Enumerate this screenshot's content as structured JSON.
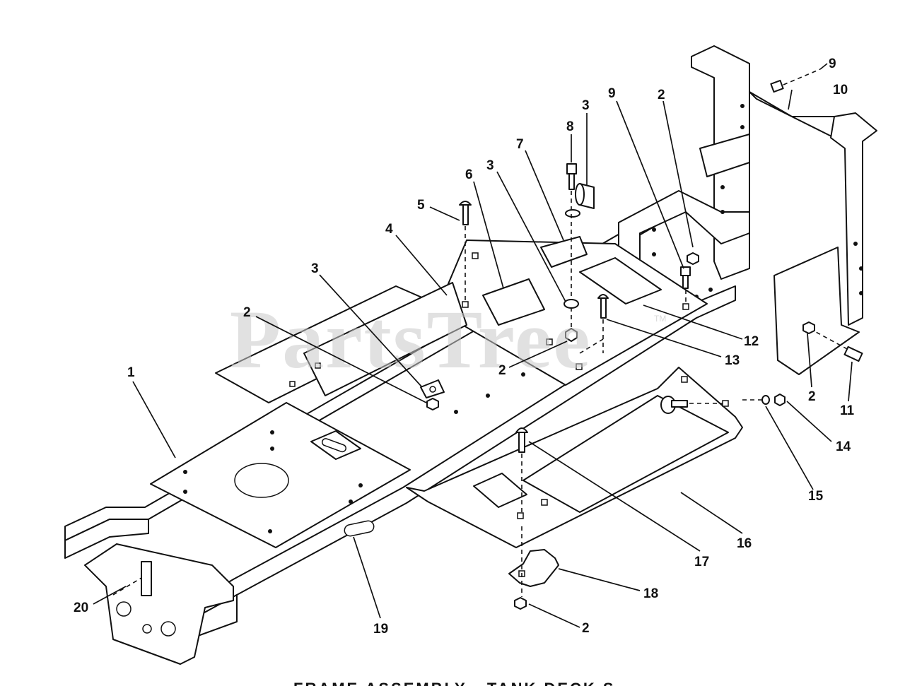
{
  "watermark": {
    "text": "PartsTree",
    "mark": "TM"
  },
  "caption_partial": "FRAME ASSEMBLY - TANK DECK S",
  "callouts": [
    "1",
    "2",
    "3",
    "4",
    "5",
    "6",
    "7",
    "8",
    "3",
    "9",
    "2",
    "9",
    "10",
    "3",
    "2",
    "12",
    "13",
    "2",
    "11",
    "14",
    "15",
    "16",
    "17",
    "18",
    "2",
    "19",
    "20",
    "2"
  ],
  "colors": {
    "line": "#111111",
    "watermark": "#c9c9c9",
    "background": "#ffffff"
  }
}
